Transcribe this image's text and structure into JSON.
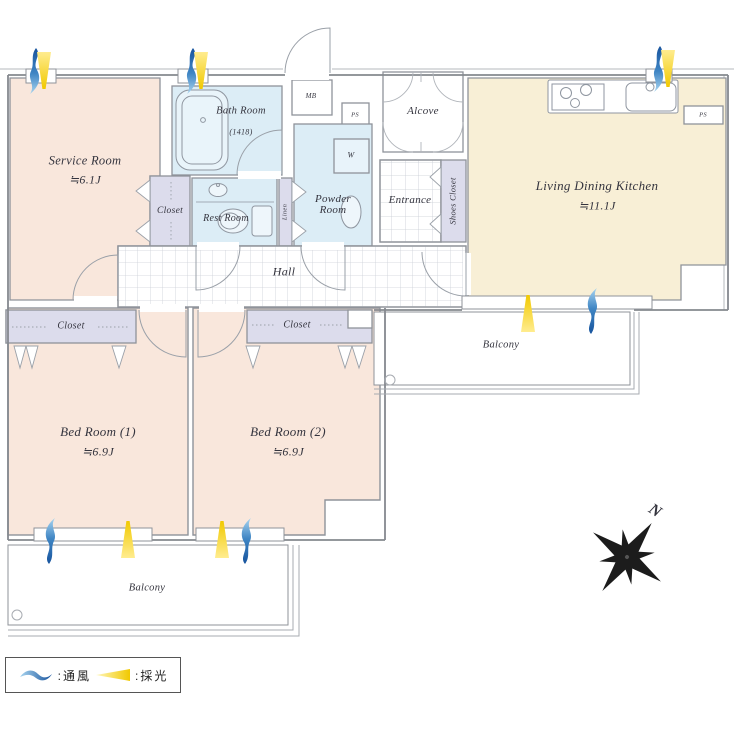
{
  "rooms": {
    "service_room": {
      "name": "Service Room",
      "size": "≒6.1J"
    },
    "bath_room": {
      "name": "Bath Room",
      "detail": "(1418)"
    },
    "closet_service": {
      "name": "Closet"
    },
    "rest_room": {
      "name": "Rest Room"
    },
    "linen": {
      "name": "Linen"
    },
    "powder_room": {
      "name": "Powder Room"
    },
    "alcove": {
      "name": "Alcove"
    },
    "entrance": {
      "name": "Entrance"
    },
    "shoes_closet": {
      "name": "Shoes Closet"
    },
    "ldk": {
      "name": "Living Dining Kitchen",
      "size": "≒11.1J"
    },
    "hall": {
      "name": "Hall"
    },
    "closet_bedroom1": {
      "name": "Closet"
    },
    "closet_bedroom2": {
      "name": "Closet"
    },
    "bedroom1": {
      "name": "Bed Room (1)",
      "size": "≒6.9J"
    },
    "bedroom2": {
      "name": "Bed Room (2)",
      "size": "≒6.9J"
    },
    "balcony_upper": {
      "name": "Balcony"
    },
    "balcony_lower": {
      "name": "Balcony"
    }
  },
  "utility_labels": {
    "mb": "MB",
    "ps1": "PS",
    "ps2": "PS",
    "w": "W"
  },
  "compass": {
    "north": "N"
  },
  "legend": {
    "ventilation": ":通風",
    "lighting": ":採光"
  },
  "colors": {
    "room_pink": "#f9e7dc",
    "ldk_cream": "#f8efd6",
    "wet_blue": "#dcedf6",
    "closet_purple": "#dcdcec",
    "wall_gray": "#8f939a",
    "arrow_blue": "#1b5ca4",
    "arrow_yellow": "#f3cf00"
  }
}
